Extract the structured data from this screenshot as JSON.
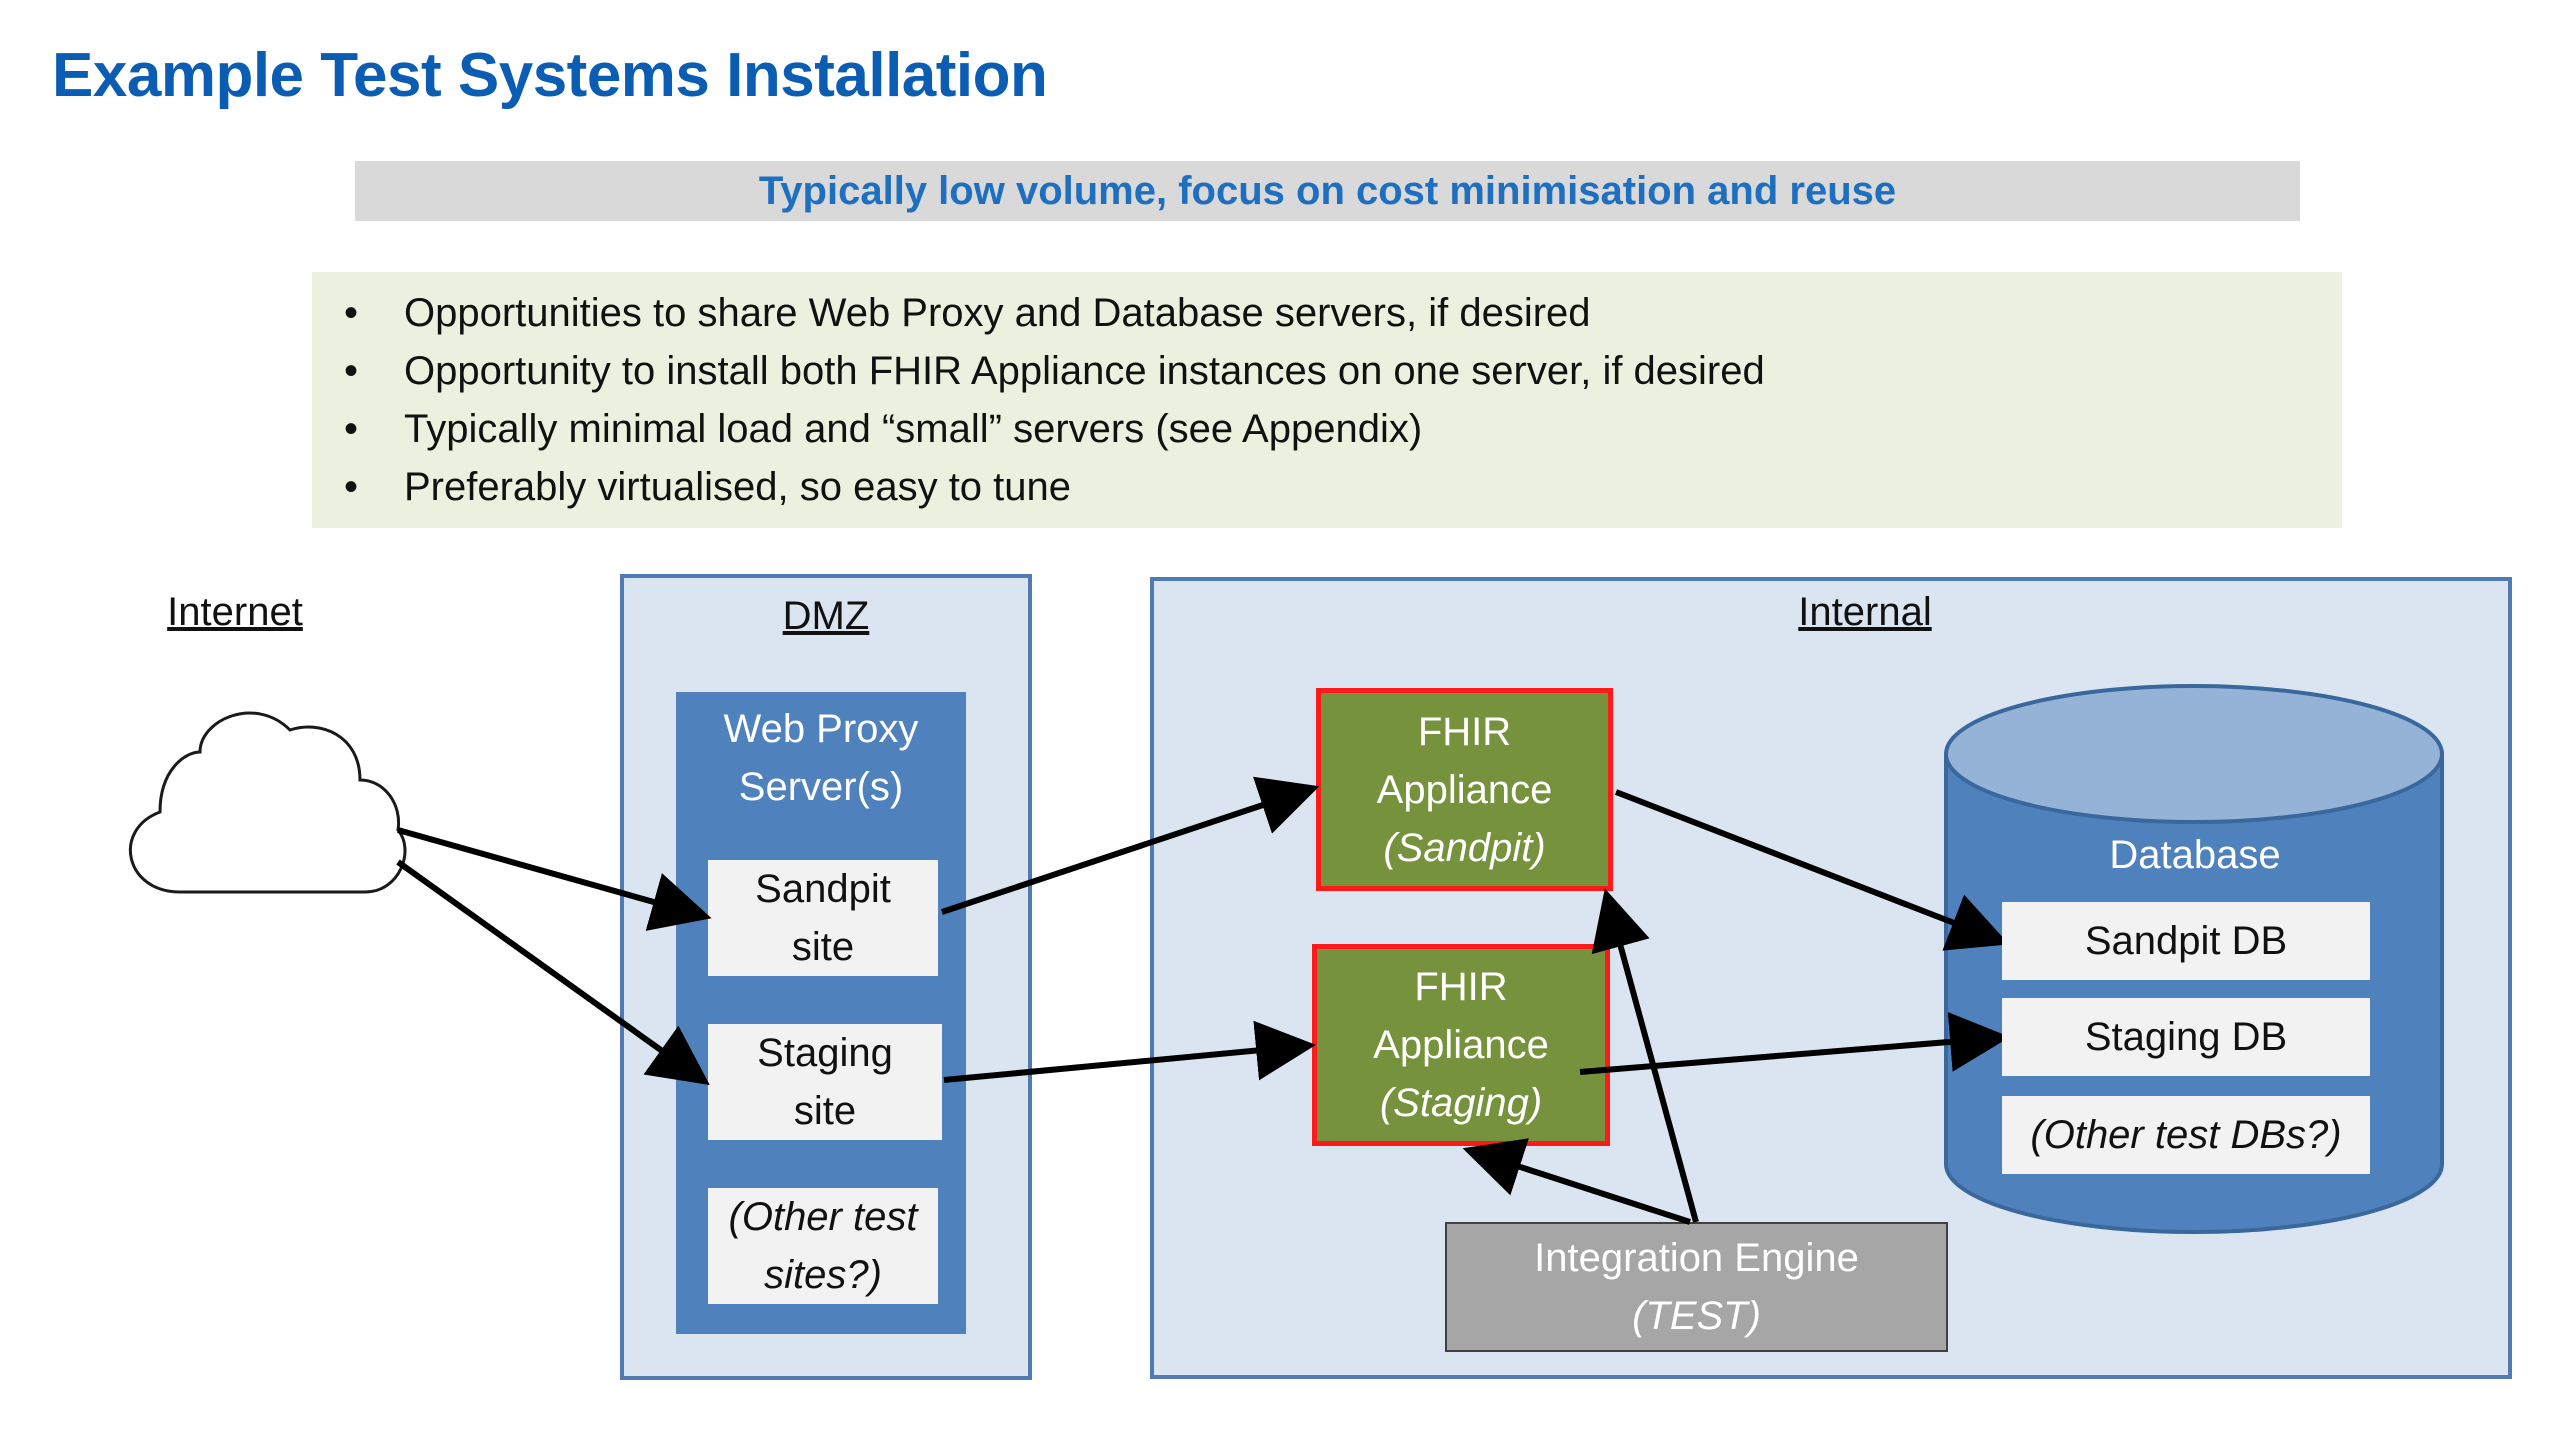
{
  "title": "Example Test Systems Installation",
  "banner": "Typically low volume, focus on cost minimisation and reuse",
  "bullets": [
    "Opportunities to share Web Proxy and Database servers, if desired",
    "Opportunity to install both FHIR Appliance instances on one server, if desired",
    "Typically minimal load and “small” servers (see Appendix)",
    "Preferably virtualised, so easy to tune"
  ],
  "internet": {
    "label": "Internet"
  },
  "dmz": {
    "label": "DMZ",
    "proxy_title_line1": "Web Proxy",
    "proxy_title_line2": "Server(s)",
    "sandpit_line1": "Sandpit",
    "sandpit_line2": "site",
    "staging_line1": "Staging",
    "staging_line2": "site",
    "other_line1": "(Other test",
    "other_line2": "sites?)"
  },
  "internal": {
    "label": "Internal",
    "fhir_sandpit": {
      "line1": "FHIR",
      "line2": "Appliance",
      "line3": "(Sandpit)"
    },
    "fhir_staging": {
      "line1": "FHIR",
      "line2": "Appliance",
      "line3": "(Staging)"
    },
    "engine": {
      "line1": "Integration Engine",
      "line2": "(TEST)"
    },
    "database": {
      "label": "Database",
      "sandpit_db": "Sandpit DB",
      "staging_db": "Staging DB",
      "other_db": "(Other test DBs?)"
    }
  },
  "colors": {
    "title": "#0b5db3",
    "banner_text": "#1f6fc0",
    "zone_fill": "#dbe5f1",
    "blue_box": "#4f81bd",
    "fhir_fill": "#76923c",
    "fhir_border": "#ff1a1a",
    "engine_fill": "#a6a6a6"
  }
}
